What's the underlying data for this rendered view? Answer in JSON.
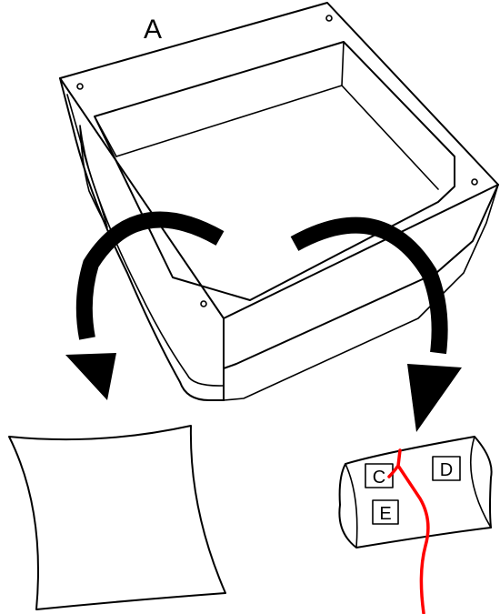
{
  "labels": {
    "box": "A",
    "part_c": "C",
    "part_d": "D",
    "part_e": "E"
  },
  "colors": {
    "ink": "#000000",
    "strap": "#ff0000",
    "background": "#ffffff"
  }
}
